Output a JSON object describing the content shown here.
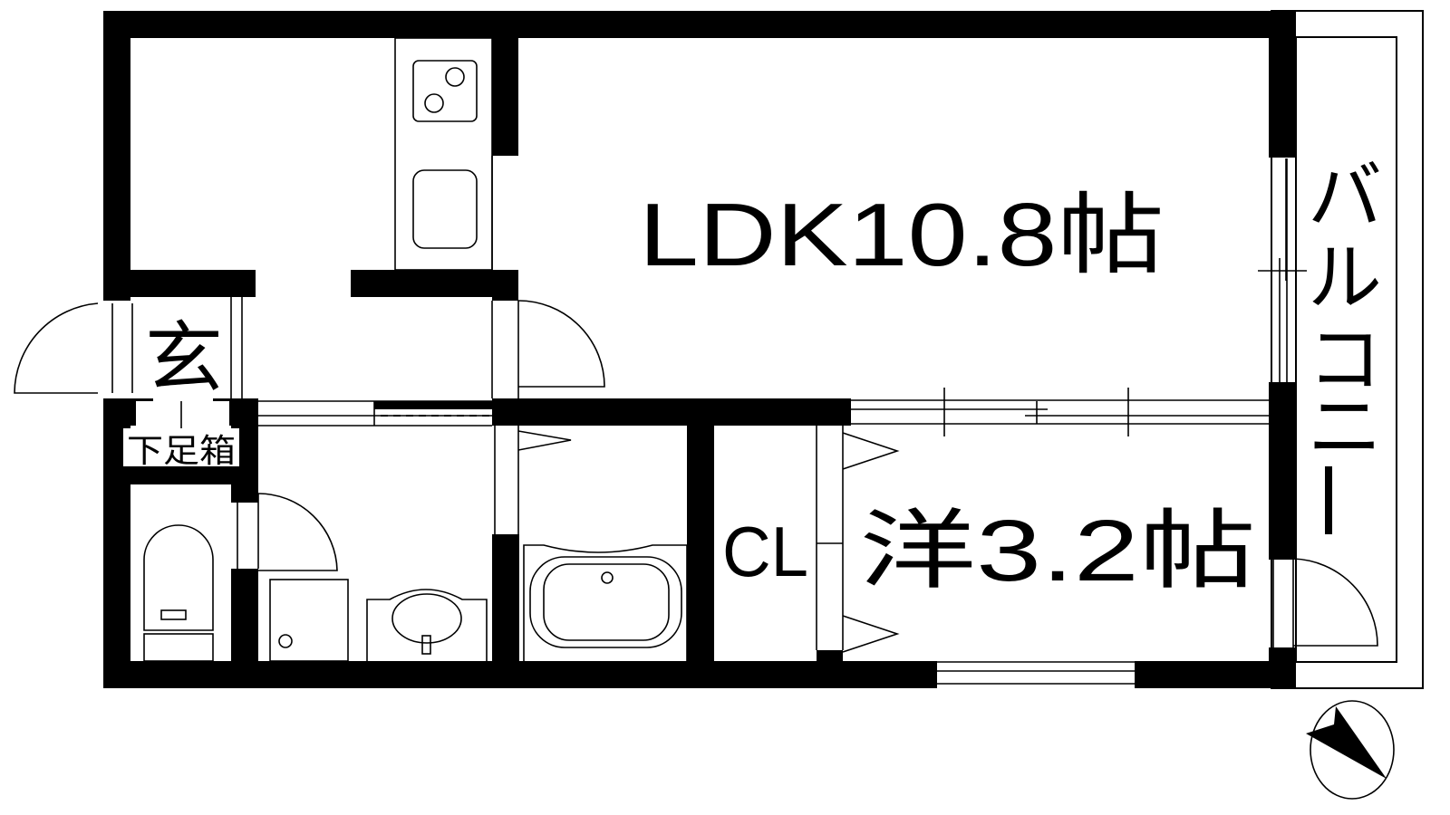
{
  "plan": {
    "rooms": {
      "ldk": {
        "label": "LDK10.8帖"
      },
      "western": {
        "label": "洋3.2帖"
      },
      "closet": {
        "label": "CL"
      },
      "entrance": {
        "label": "玄"
      },
      "shoe_box": {
        "label": "下足箱"
      },
      "balcony": {
        "label": "バルコニー",
        "chars": [
          "バ",
          "ル",
          "コ",
          "ニ",
          "ー"
        ]
      }
    },
    "compass": {
      "direction": "north-arrow",
      "angle_deg": -30
    }
  },
  "colors": {
    "wall": "#000000",
    "background": "#ffffff",
    "line": "#000000"
  }
}
